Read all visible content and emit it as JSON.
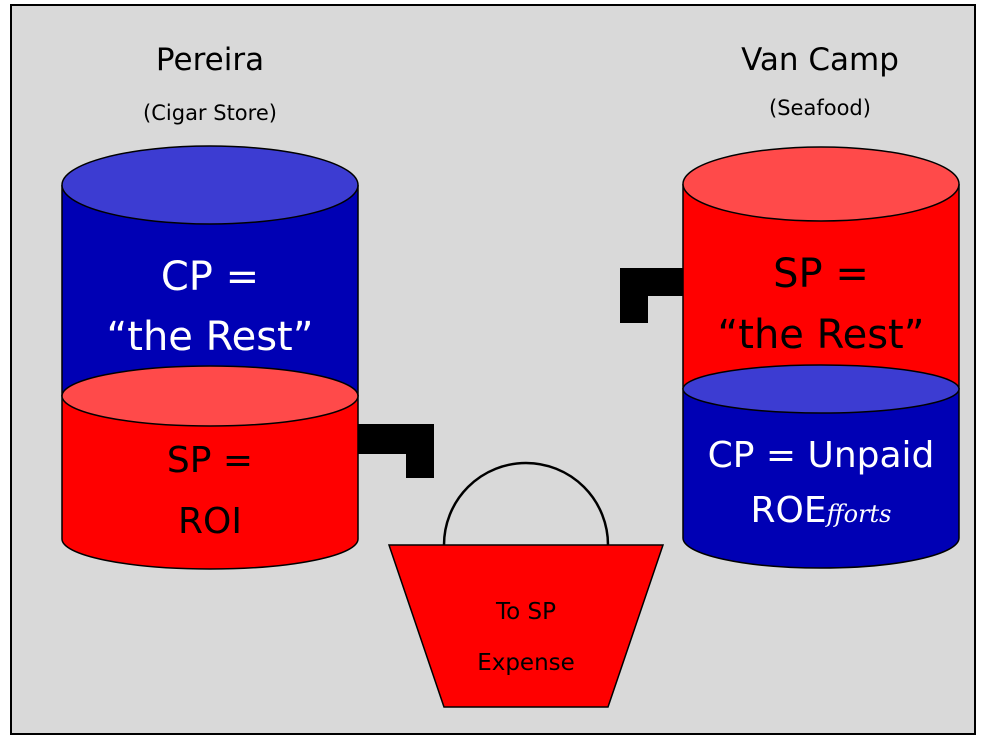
{
  "colors": {
    "background": "#d9d9d9",
    "border": "#000000",
    "blue_side": "#0000b4",
    "blue_top": "#3c3cd2",
    "red_side": "#ff0000",
    "red_top": "#ff4a4a",
    "text_white": "#ffffff",
    "text_black": "#000000"
  },
  "left": {
    "name": "Pereira",
    "subtitle": "(Cigar Store)",
    "top_line1": "CP =",
    "top_line2": "“the Rest”",
    "bottom_line1": "SP =",
    "bottom_line2": "ROI"
  },
  "right": {
    "name": "Van Camp",
    "subtitle": "(Seafood)",
    "top_line1": "SP =",
    "top_line2": "“the Rest”",
    "bottom_line1": "CP = Unpaid",
    "bottom_line2_main": "ROE",
    "bottom_line2_script": "fforts"
  },
  "bucket": {
    "line1": "To SP",
    "line2": "Expense"
  }
}
